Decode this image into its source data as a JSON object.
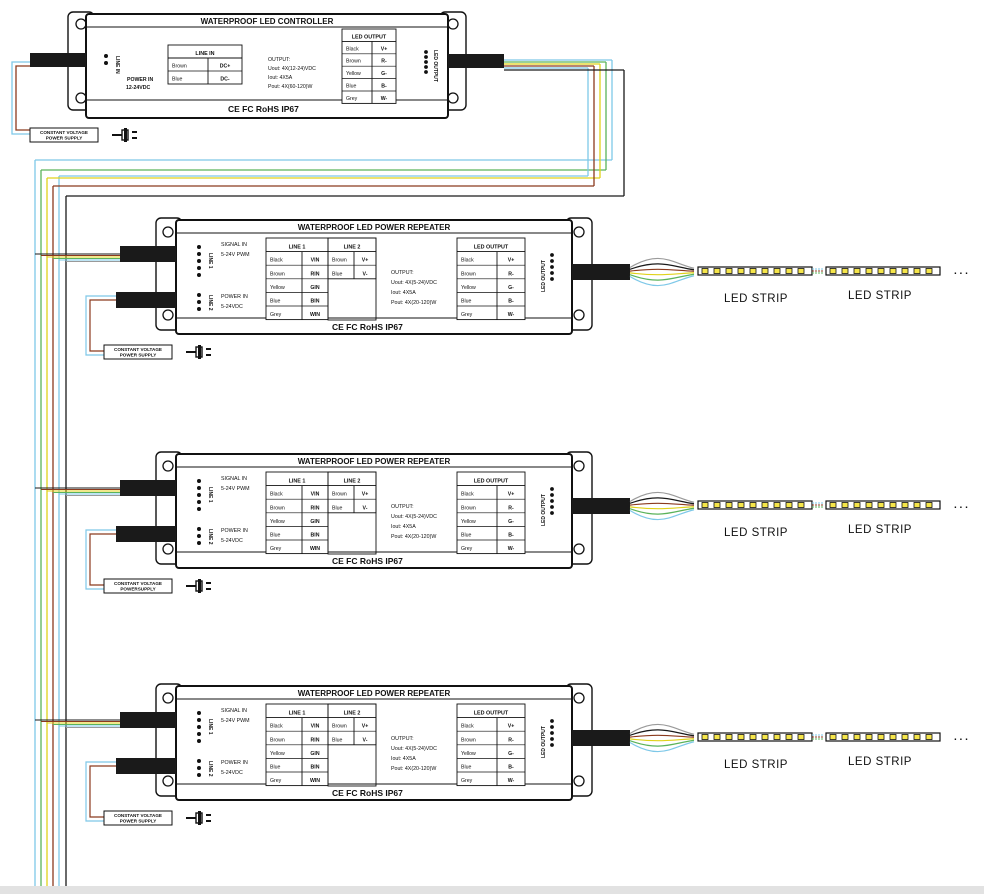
{
  "controller": {
    "title": "WATERPROOF LED CONTROLLER",
    "line_in_side_label": "LINE IN",
    "power_in_label": "POWER IN",
    "power_in_voltage": "12-24VDC",
    "line_in_table": {
      "header": "LINE IN",
      "rows": [
        [
          "Brown",
          "DC+"
        ],
        [
          "Blue",
          "DC-"
        ]
      ]
    },
    "output_title": "OUTPUT:",
    "output_lines": [
      "Uout: 4X(12-24)VDC",
      "Iout: 4X5A",
      "Pout: 4X(60-120)W"
    ],
    "led_output_table": {
      "header": "LED OUTPUT",
      "rows": [
        [
          "Black",
          "V+"
        ],
        [
          "Brown",
          "R-"
        ],
        [
          "Yellow",
          "G-"
        ],
        [
          "Blue",
          "B-"
        ],
        [
          "Grey",
          "W-"
        ]
      ]
    },
    "led_output_side_label": "LED OUTPUT",
    "certs": "CE FC RoHS IP67",
    "psu_label_lines": [
      "CONSTANT VOLTAGE",
      "POWER SUPPLY"
    ]
  },
  "repeaters": [
    {
      "title": "WATERPROOF LED POWER REPEATER",
      "signal_in_label": "SIGNAL IN",
      "signal_in_voltage": "5-24V PWM",
      "power_in_label": "POWER IN",
      "power_in_voltage": "5-24VDC",
      "line1_side": "LINE 1",
      "line2_side": "LINE 2",
      "line1_table": {
        "header": "LINE 1",
        "rows": [
          [
            "Black",
            "VIN"
          ],
          [
            "Brown",
            "RIN"
          ],
          [
            "Yellow",
            "GIN"
          ],
          [
            "Blue",
            "BIN"
          ],
          [
            "Grey",
            "WIN"
          ]
        ]
      },
      "line2_table": {
        "header": "LINE 2",
        "rows": [
          [
            "Brown",
            "V+"
          ],
          [
            "Blue",
            "V-"
          ]
        ]
      },
      "output_title": "OUTPUT:",
      "output_lines": [
        "Uout: 4X(5-24)VDC",
        "Iout: 4X5A",
        "Pout: 4X(20-120)W"
      ],
      "led_output_table": {
        "header": "LED OUTPUT",
        "rows": [
          [
            "Black",
            "V+"
          ],
          [
            "Brown",
            "R-"
          ],
          [
            "Yellow",
            "G-"
          ],
          [
            "Blue",
            "B-"
          ],
          [
            "Grey",
            "W-"
          ]
        ]
      },
      "led_output_side_label": "LED OUTPUT",
      "certs": "CE FC RoHS IP67",
      "psu_label_lines": [
        "CONSTANT VOLTAGE",
        "POWER SUPPLY"
      ],
      "strip_labels": [
        "LED STRIP",
        "LED STRIP"
      ],
      "ellipsis": ". . ."
    },
    {
      "title": "WATERPROOF LED POWER REPEATER",
      "signal_in_label": "SIGNAL IN",
      "signal_in_voltage": "5-24V PWM",
      "power_in_label": "POWER IN",
      "power_in_voltage": "5-24VDC",
      "line1_side": "LINE 1",
      "line2_side": "LINE 2",
      "line1_table": {
        "header": "LINE 1",
        "rows": [
          [
            "Black",
            "VIN"
          ],
          [
            "Brown",
            "RIN"
          ],
          [
            "Yellow",
            "GIN"
          ],
          [
            "Blue",
            "BIN"
          ],
          [
            "Grey",
            "WIN"
          ]
        ]
      },
      "line2_table": {
        "header": "LINE 2",
        "rows": [
          [
            "Brown",
            "V+"
          ],
          [
            "Blue",
            "V-"
          ]
        ]
      },
      "output_title": "OUTPUT:",
      "output_lines": [
        "Uout: 4X(5-24)VDC",
        "Iout: 4X5A",
        "Pout: 4X(20-120)W"
      ],
      "led_output_table": {
        "header": "LED OUTPUT",
        "rows": [
          [
            "Black",
            "V+"
          ],
          [
            "Brown",
            "R-"
          ],
          [
            "Yellow",
            "G-"
          ],
          [
            "Blue",
            "B-"
          ],
          [
            "Grey",
            "W-"
          ]
        ]
      },
      "led_output_side_label": "LED OUTPUT",
      "certs": "CE FC RoHS IP67",
      "psu_label_lines": [
        "CONSTANT VOLTAGE",
        "POWERSUPPLY"
      ],
      "strip_labels": [
        "LED STRIP",
        "LED STRIP"
      ],
      "ellipsis": ". . ."
    },
    {
      "title": "WATERPROOF LED POWER REPEATER",
      "signal_in_label": "SIGNAL IN",
      "signal_in_voltage": "5-24V PWM",
      "power_in_label": "POWER IN",
      "power_in_voltage": "5-24VDC",
      "line1_side": "LINE 1",
      "line2_side": "LINE 2",
      "line1_table": {
        "header": "LINE 1",
        "rows": [
          [
            "Black",
            "VIN"
          ],
          [
            "Brown",
            "RIN"
          ],
          [
            "Yellow",
            "GIN"
          ],
          [
            "Blue",
            "BIN"
          ],
          [
            "Grey",
            "WIN"
          ]
        ]
      },
      "line2_table": {
        "header": "LINE 2",
        "rows": [
          [
            "Brown",
            "V+"
          ],
          [
            "Blue",
            "V-"
          ]
        ]
      },
      "output_title": "OUTPUT:",
      "output_lines": [
        "Uout: 4X(5-24)VDC",
        "Iout: 4X5A",
        "Pout: 4X(20-120)W"
      ],
      "led_output_table": {
        "header": "LED OUTPUT",
        "rows": [
          [
            "Black",
            "V+"
          ],
          [
            "Brown",
            "R-"
          ],
          [
            "Yellow",
            "G-"
          ],
          [
            "Blue",
            "B-"
          ],
          [
            "Grey",
            "W-"
          ]
        ]
      },
      "led_output_side_label": "LED OUTPUT",
      "certs": "CE FC RoHS IP67",
      "psu_label_lines": [
        "CONSTANT VOLTAGE",
        "POWER SUPPLY"
      ],
      "strip_labels": [
        "LED STRIP",
        "LED STRIP"
      ],
      "ellipsis": ". . ."
    }
  ],
  "wire_colors": {
    "black": "#1a1a1a",
    "brown": "#8b3a1e",
    "yellow": "#e0d21a",
    "green": "#5bb35b",
    "blue": "#7ec8e8",
    "grey": "#9a9a9a"
  }
}
